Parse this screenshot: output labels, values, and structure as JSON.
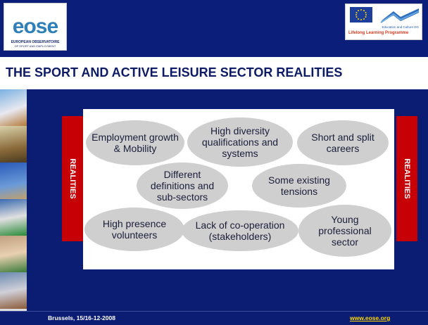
{
  "header": {
    "logo_left_name": "eose",
    "logo_left_line1": "EUROPEAN OBSERVATOIRE",
    "logo_left_line2": "OF SPORT AND EMPLOYMENT",
    "logo_right_dg": "Education and Culture DG",
    "logo_right_program": "Lifelong Learning Programme"
  },
  "title": "THE SPORT AND ACTIVE LEISURE SECTOR REALITIES",
  "side_label_left": "REALITIES",
  "side_label_right": "REALITIES",
  "bubbles": [
    "Employment growth & Mobility",
    "High diversity qualifications and systems",
    "Short and split careers",
    "Different definitions and sub-sectors",
    "Some existing tensions",
    "High presence volunteers",
    "Lack of co-operation (stakeholders)",
    "Young professional sector"
  ],
  "footer": {
    "left": "Brussels, 15/16-12-2008",
    "right": "www.eose.org"
  },
  "colors": {
    "background": "#0a1d73",
    "title": "#0c1b64",
    "reality_bar": "#c70006",
    "bubble": "#cfcfcf",
    "link": "#ffd800"
  }
}
